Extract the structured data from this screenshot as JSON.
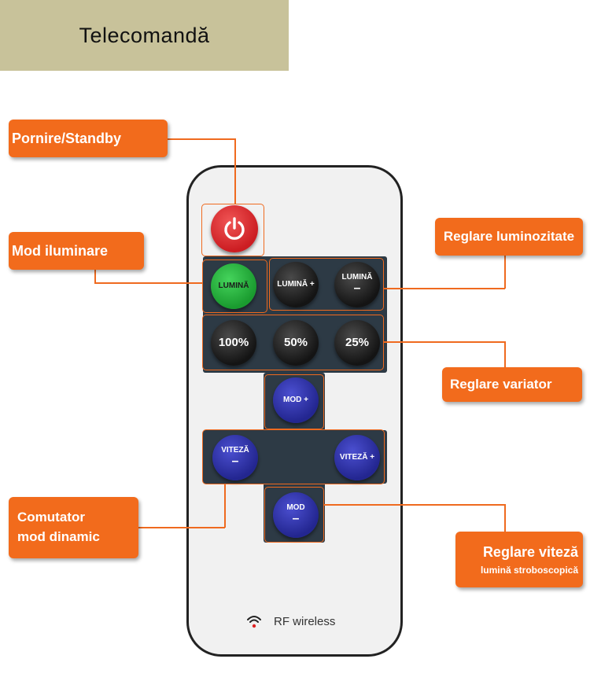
{
  "header": {
    "title": "Telecomandă"
  },
  "remote": {
    "power_icon": "power-icon",
    "mode_button": "LUMINĂ",
    "brightness_plus": {
      "line1": "LUMINĂ",
      "line2": "+"
    },
    "brightness_minus": {
      "line1": "LUMINĂ",
      "line2": "–"
    },
    "dim_100": "100%",
    "dim_50": "50%",
    "dim_25": "25%",
    "mode_plus": {
      "line1": "MOD",
      "line2": "+"
    },
    "mode_minus": {
      "line1": "MOD",
      "line2": "–"
    },
    "speed_minus": {
      "line1": "VITEZĂ",
      "line2": "–"
    },
    "speed_plus": {
      "line1": "VITEZĂ",
      "line2": "+"
    },
    "rf_label": "RF wireless"
  },
  "callouts": {
    "power": "Pornire/Standby",
    "light_mode": "Mod iluminare",
    "brightness": "Reglare luminozitate",
    "dimmer": "Reglare variator",
    "dynamic_line1": "Comutator",
    "dynamic_line2": "mod dinamic",
    "speed_line1": "Reglare viteză",
    "speed_line2": "lumină stroboscopică"
  },
  "colors": {
    "header_bg": "#c8c29a",
    "callout_bg": "#f26b1c",
    "panel_bg": "#2d3a45",
    "power_red": "#cc1d22",
    "mode_green": "#1a9b2f",
    "speed_blue": "#232690"
  }
}
